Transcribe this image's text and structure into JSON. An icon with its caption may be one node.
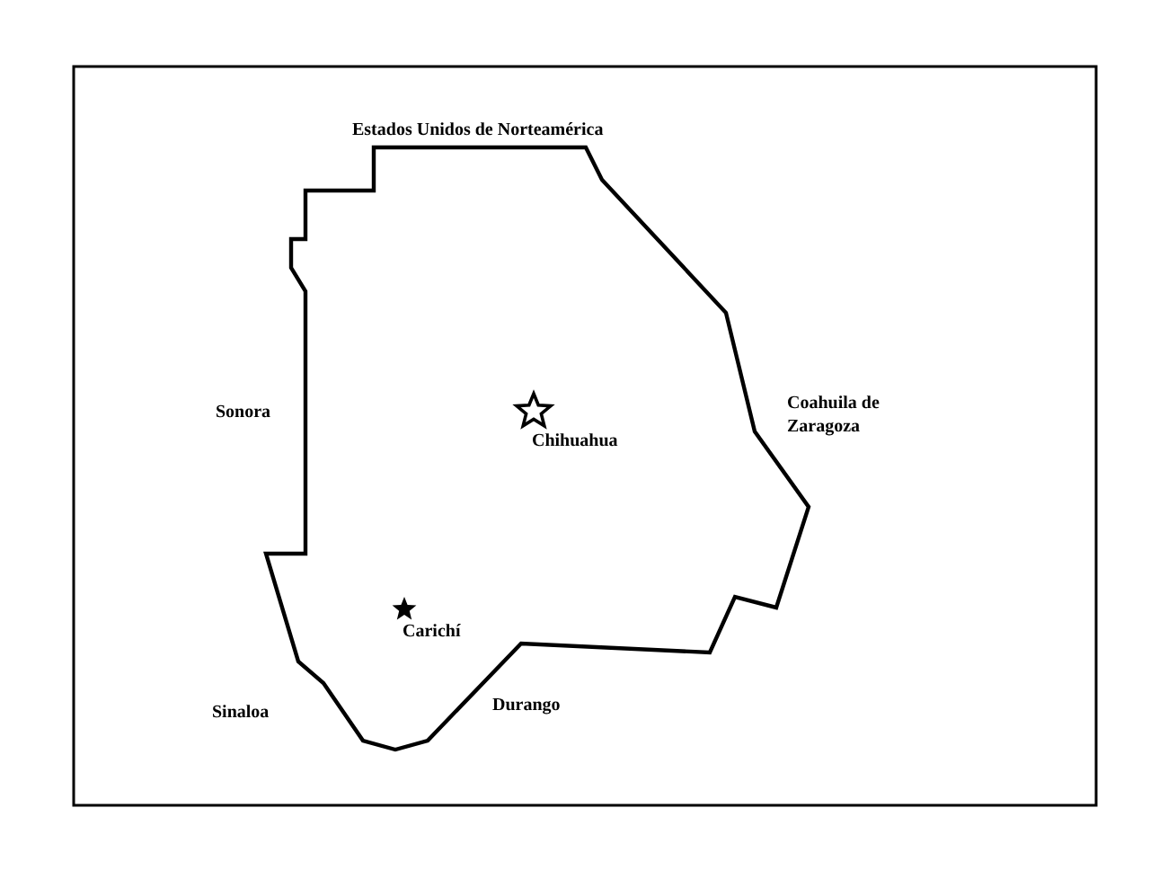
{
  "diagram": {
    "labels": [
      "Estados Unidos de Norteamérica",
      "Sonora",
      "Chihuahua",
      "Coahuila de Zaragoza",
      "Carichí",
      "Sinaloa",
      "Durango"
    ]
  }
}
